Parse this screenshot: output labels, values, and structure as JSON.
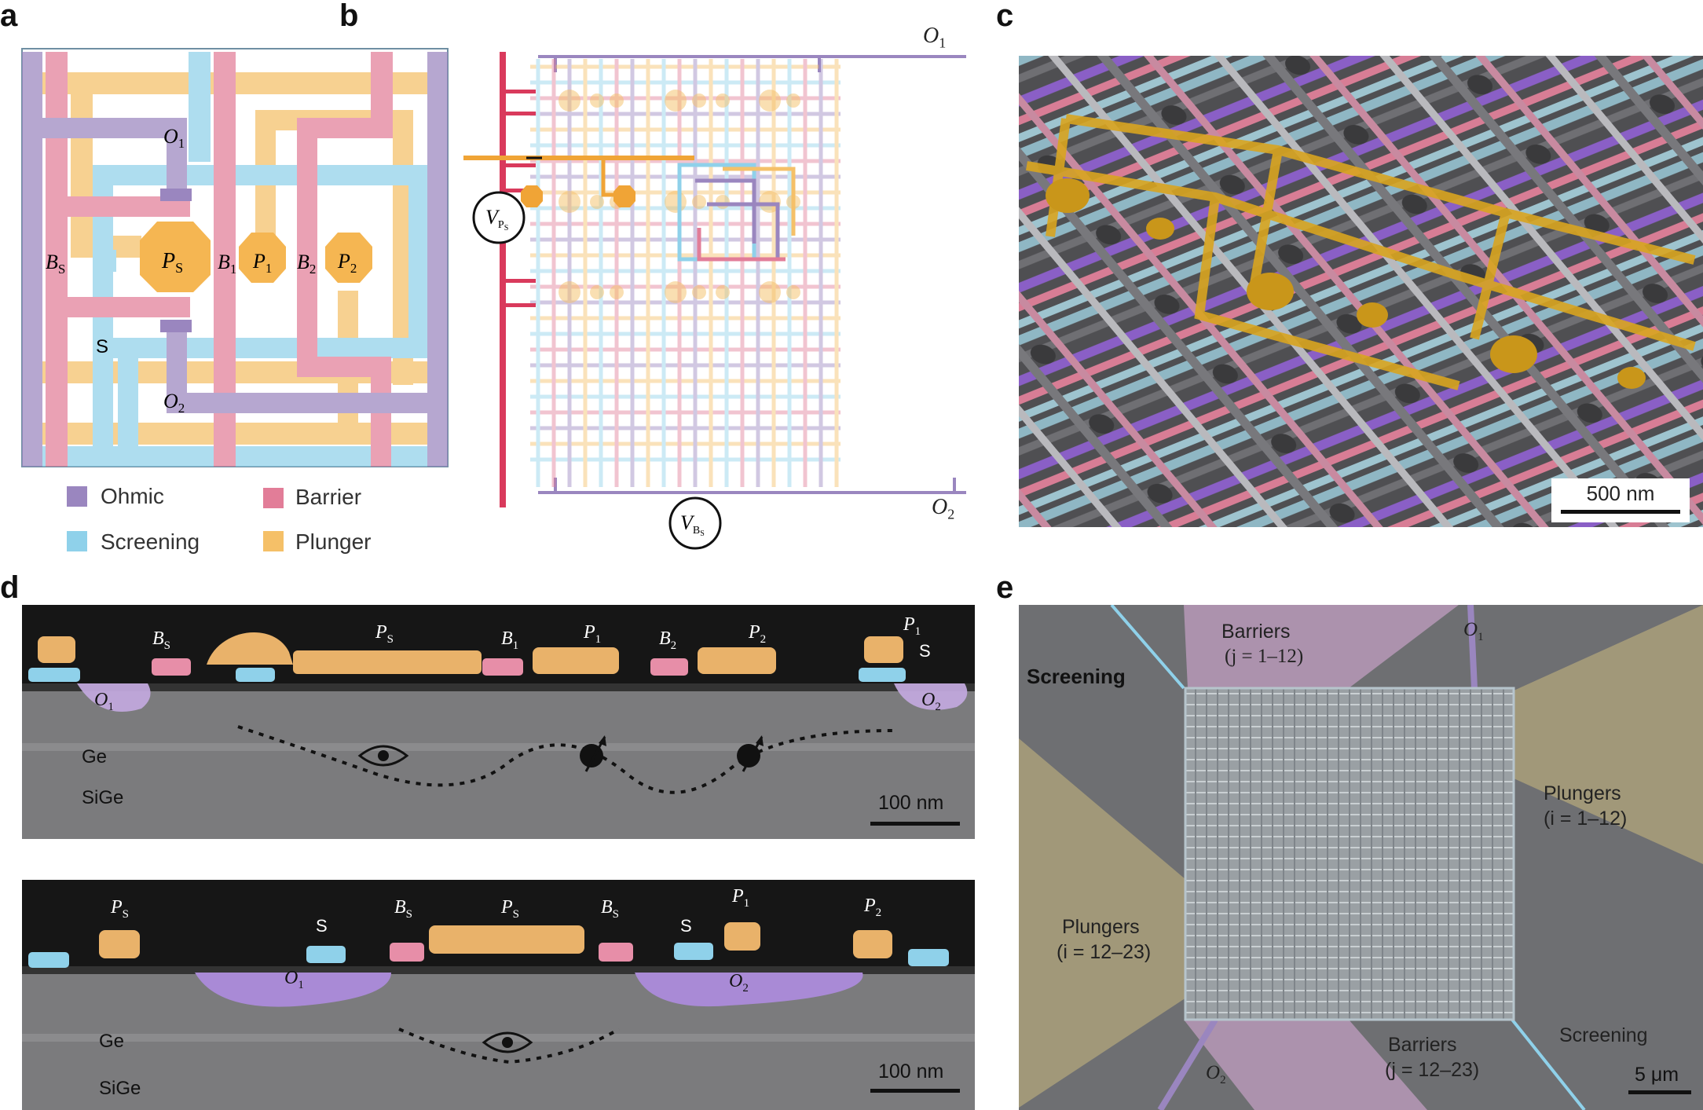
{
  "panels": {
    "a": {
      "letter": "a",
      "labels": {
        "O1": "O",
        "O1sub": "1",
        "O2": "O",
        "O2sub": "2",
        "BS": "B",
        "BSsub": "S",
        "PS": "P",
        "PSsub": "S",
        "B1": "B",
        "B1sub": "1",
        "P1": "P",
        "P1sub": "1",
        "B2": "B",
        "B2sub": "2",
        "P2": "P",
        "P2sub": "2",
        "S": "S"
      },
      "legend": [
        {
          "label": "Ohmic",
          "color": "#9a86bf"
        },
        {
          "label": "Barrier",
          "color": "#e27d98"
        },
        {
          "label": "Screening",
          "color": "#8fd1ea"
        },
        {
          "label": "Plunger",
          "color": "#f5c068"
        }
      ]
    },
    "b": {
      "letter": "b",
      "labels": {
        "O1": "O",
        "O1sub": "1",
        "O2": "O",
        "O2sub": "2",
        "VPs": "V",
        "VPsSub": "P",
        "VPsSubSub": "S",
        "VBs": "V",
        "VBsSub": "B",
        "VBsSubSub": "S"
      }
    },
    "c": {
      "letter": "c",
      "scalebar": "500 nm"
    },
    "d": {
      "letter": "d",
      "top": {
        "labels": {
          "BS": "B",
          "BSsub": "S",
          "PS": "P",
          "PSsub": "S",
          "B1": "B",
          "B1sub": "1",
          "P1": "P",
          "P1sub": "1",
          "B2": "B",
          "B2sub": "2",
          "P2": "P",
          "P2sub": "2",
          "P1r": "P",
          "P1rsub": "1",
          "S": "S",
          "O1": "O",
          "O1sub": "1",
          "O2": "O",
          "O2sub": "2",
          "Ge": "Ge",
          "SiGe": "SiGe"
        },
        "scalebar": "100 nm"
      },
      "bottom": {
        "labels": {
          "PS": "P",
          "PSsub": "S",
          "S": "S",
          "BS": "B",
          "BSsub": "S",
          "PSc": "P",
          "PScsub": "S",
          "BS2": "B",
          "BS2sub": "S",
          "S2": "S",
          "P1": "P",
          "P1sub": "1",
          "P2": "P",
          "P2sub": "2",
          "O1": "O",
          "O1sub": "1",
          "O2": "O",
          "O2sub": "2",
          "Ge": "Ge",
          "SiGe": "SiGe"
        },
        "scalebar": "100 nm"
      }
    },
    "e": {
      "letter": "e",
      "labels": {
        "barriers_top": "Barriers",
        "barriers_top_range": "(j = 1–12)",
        "barriers_bottom": "Barriers",
        "barriers_bottom_range": "(j = 12–23)",
        "plungers_right": "Plungers",
        "plungers_right_range": "(i = 1–12)",
        "plungers_left": "Plungers",
        "plungers_left_range": "(i = 12–23)",
        "screening_top": "Screening",
        "screening_bottom": "Screening",
        "O1": "O",
        "O1sub": "1",
        "O2": "O",
        "O2sub": "2"
      },
      "scalebar": "5 μm"
    }
  }
}
